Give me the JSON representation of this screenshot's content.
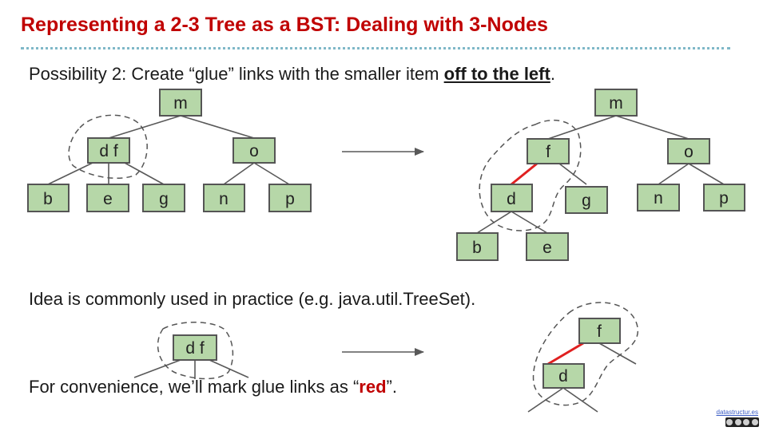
{
  "title": "Representing a 2-3 Tree as a BST: Dealing with 3-Nodes",
  "line1": {
    "prefix": "Possibility 2: Create “glue” links with the smaller item ",
    "emphasis": "off to the left",
    "suffix": "."
  },
  "line2": "Idea is commonly used in practice (e.g. java.util.TreeSet).",
  "line3": {
    "prefix": "For convenience, we’ll mark glue links as “",
    "red_word": "red",
    "suffix": "”."
  },
  "footer_link": "datastructur.es",
  "license_badge": "cc-by-nc-sa-icon",
  "colors": {
    "title": "#c00000",
    "node_fill": "#b6d7a8",
    "glue_link": "#e02020"
  },
  "diagrams": {
    "tree_2_3": {
      "root": "m",
      "left": "d f",
      "right": "o",
      "leaves": [
        "b",
        "e",
        "g",
        "n",
        "p"
      ]
    },
    "tree_bst": {
      "root": "m",
      "left": "f",
      "left_left": "d",
      "left_right": "g",
      "right": "o",
      "d_children": [
        "b",
        "e"
      ],
      "o_children": [
        "n",
        "p"
      ]
    },
    "small_3node": "d f",
    "small_bst": [
      "f",
      "d"
    ]
  }
}
